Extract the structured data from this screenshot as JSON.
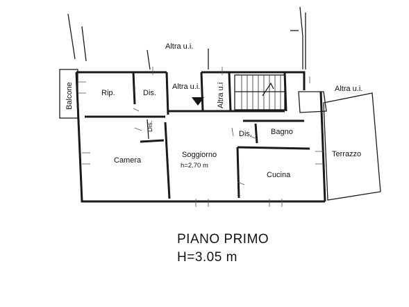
{
  "labels": {
    "altra_top": "Altra u.i.",
    "altra_center": "Altra u.i.",
    "altra_vertical": "Altra u.i",
    "altra_right": "Altra u.i.",
    "balcone": "Balcone",
    "rip": "Rip.",
    "dis_top": "Dis.",
    "dis_vertical": "Dis.",
    "dis_center": "Dis.",
    "bagno": "Bagno",
    "camera": "Camera",
    "soggiorno": "Soggiorno",
    "soggiorno_height": "h=2.70 m",
    "cucina": "Cucina",
    "terrazzo": "Terrazzo"
  },
  "floor": {
    "name": "PIANO PRIMO",
    "height": "H=3.05 m"
  }
}
